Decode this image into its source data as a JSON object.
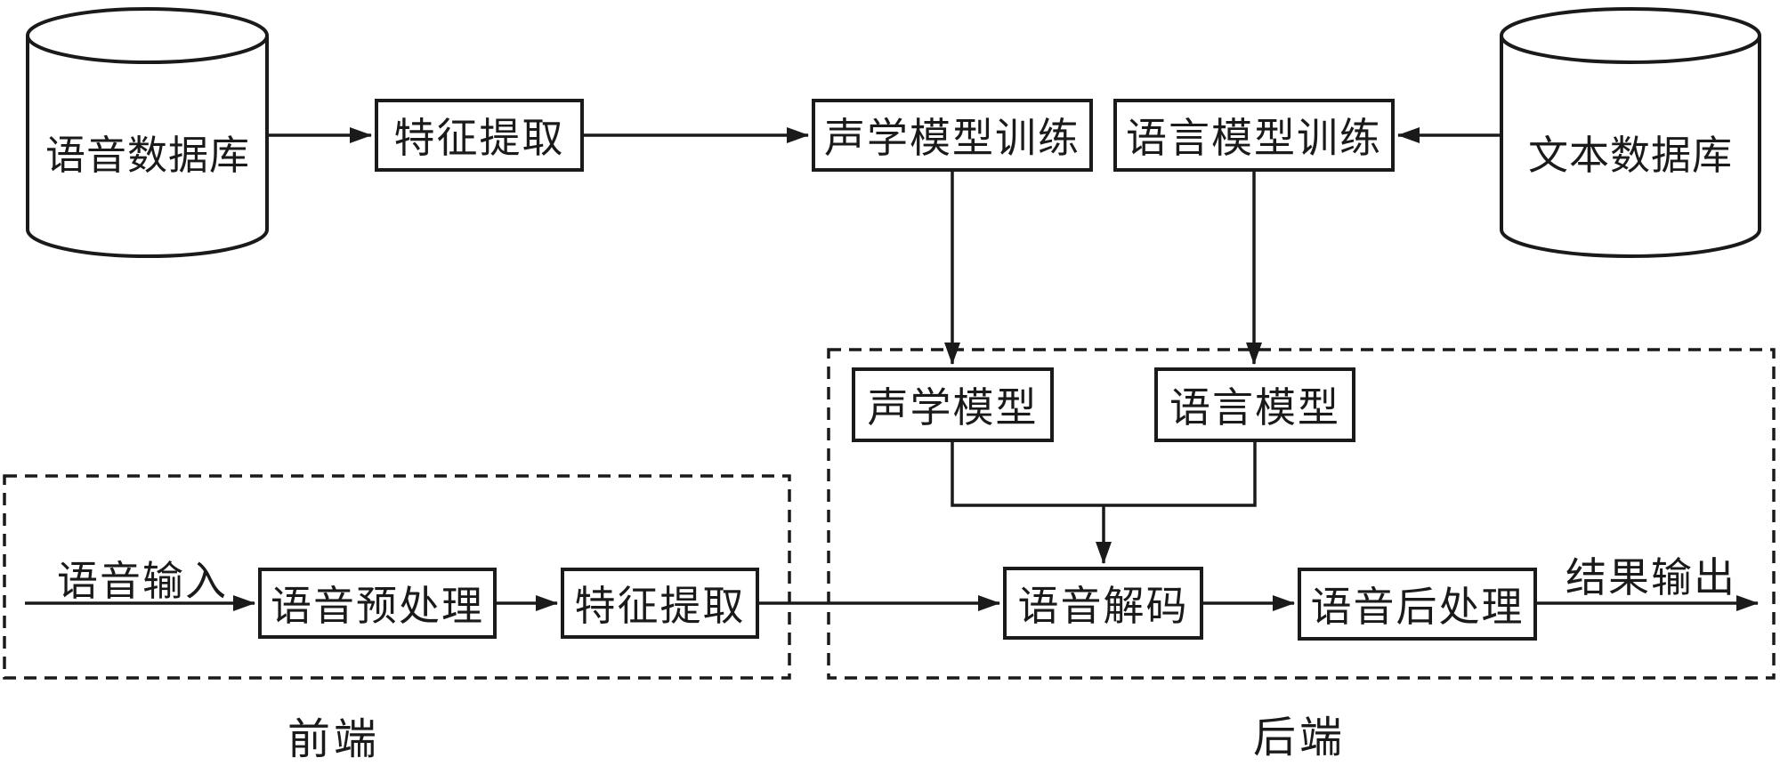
{
  "colors": {
    "stroke": "#1a1a1a",
    "background": "#ffffff"
  },
  "training_pipeline": {
    "speech_database": "语音数据库",
    "feature_extraction": "特征提取",
    "acoustic_model_training": "声学模型训练",
    "language_model_training": "语言模型训练",
    "text_database": "文本数据库"
  },
  "frontend": {
    "label": "前端",
    "speech_input": "语音输入",
    "speech_preprocessing": "语音预处理",
    "feature_extraction": "特征提取"
  },
  "backend": {
    "label": "后端",
    "acoustic_model": "声学模型",
    "language_model": "语言模型",
    "speech_decoding": "语音解码",
    "speech_postprocessing": "语音后处理",
    "result_output": "结果输出"
  }
}
